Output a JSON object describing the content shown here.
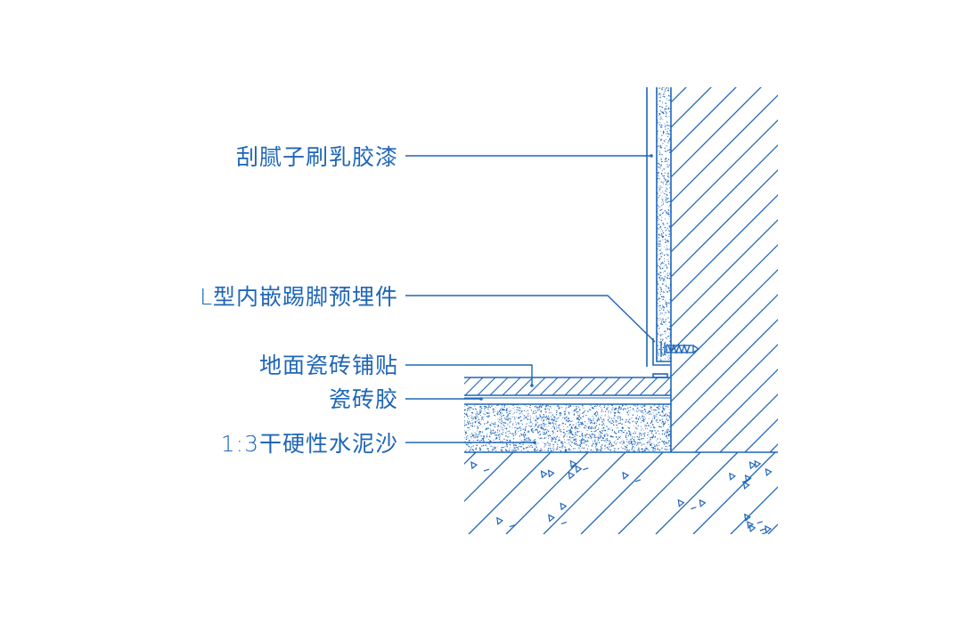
{
  "colors": {
    "line": "#1f66b8",
    "background": "#ffffff"
  },
  "labels": [
    {
      "id": "putty-latex-paint",
      "text": "刮腻子刷乳胶漆"
    },
    {
      "id": "l-embedded-skirting",
      "text": "L型内嵌踢脚预埋件"
    },
    {
      "id": "floor-tile",
      "text": "地面瓷砖铺贴"
    },
    {
      "id": "tile-adhesive",
      "text": "瓷砖胶"
    },
    {
      "id": "dry-mortar",
      "text": "1:3干硬性水泥沙"
    }
  ]
}
